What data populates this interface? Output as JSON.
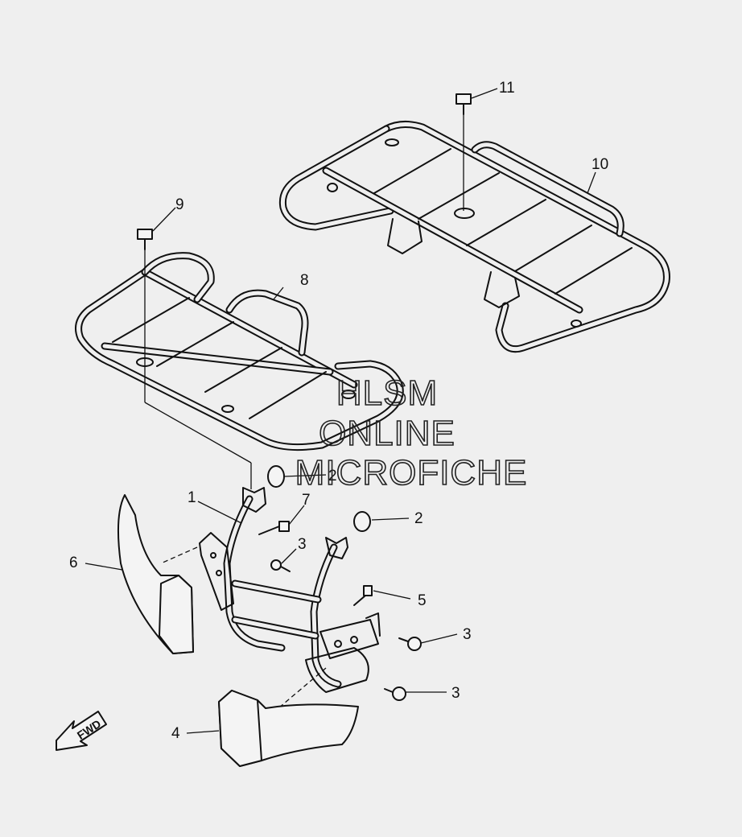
{
  "diagram": {
    "callouts": [
      {
        "id": "c1",
        "label": "1"
      },
      {
        "id": "c2a",
        "label": "2"
      },
      {
        "id": "c2b",
        "label": "2"
      },
      {
        "id": "c3a",
        "label": "3"
      },
      {
        "id": "c3b",
        "label": "3"
      },
      {
        "id": "c3c",
        "label": "3"
      },
      {
        "id": "c4",
        "label": "4"
      },
      {
        "id": "c5",
        "label": "5"
      },
      {
        "id": "c6",
        "label": "6"
      },
      {
        "id": "c7",
        "label": "7"
      },
      {
        "id": "c8",
        "label": "8"
      },
      {
        "id": "c9",
        "label": "9"
      },
      {
        "id": "c10",
        "label": "10"
      },
      {
        "id": "c11",
        "label": "11"
      }
    ],
    "direction_arrow": {
      "label": "FWD",
      "icon": "forward-arrow-icon"
    },
    "watermark": {
      "lines": [
        "HLSM",
        "ONLINE",
        "MICROFICHE"
      ]
    }
  }
}
